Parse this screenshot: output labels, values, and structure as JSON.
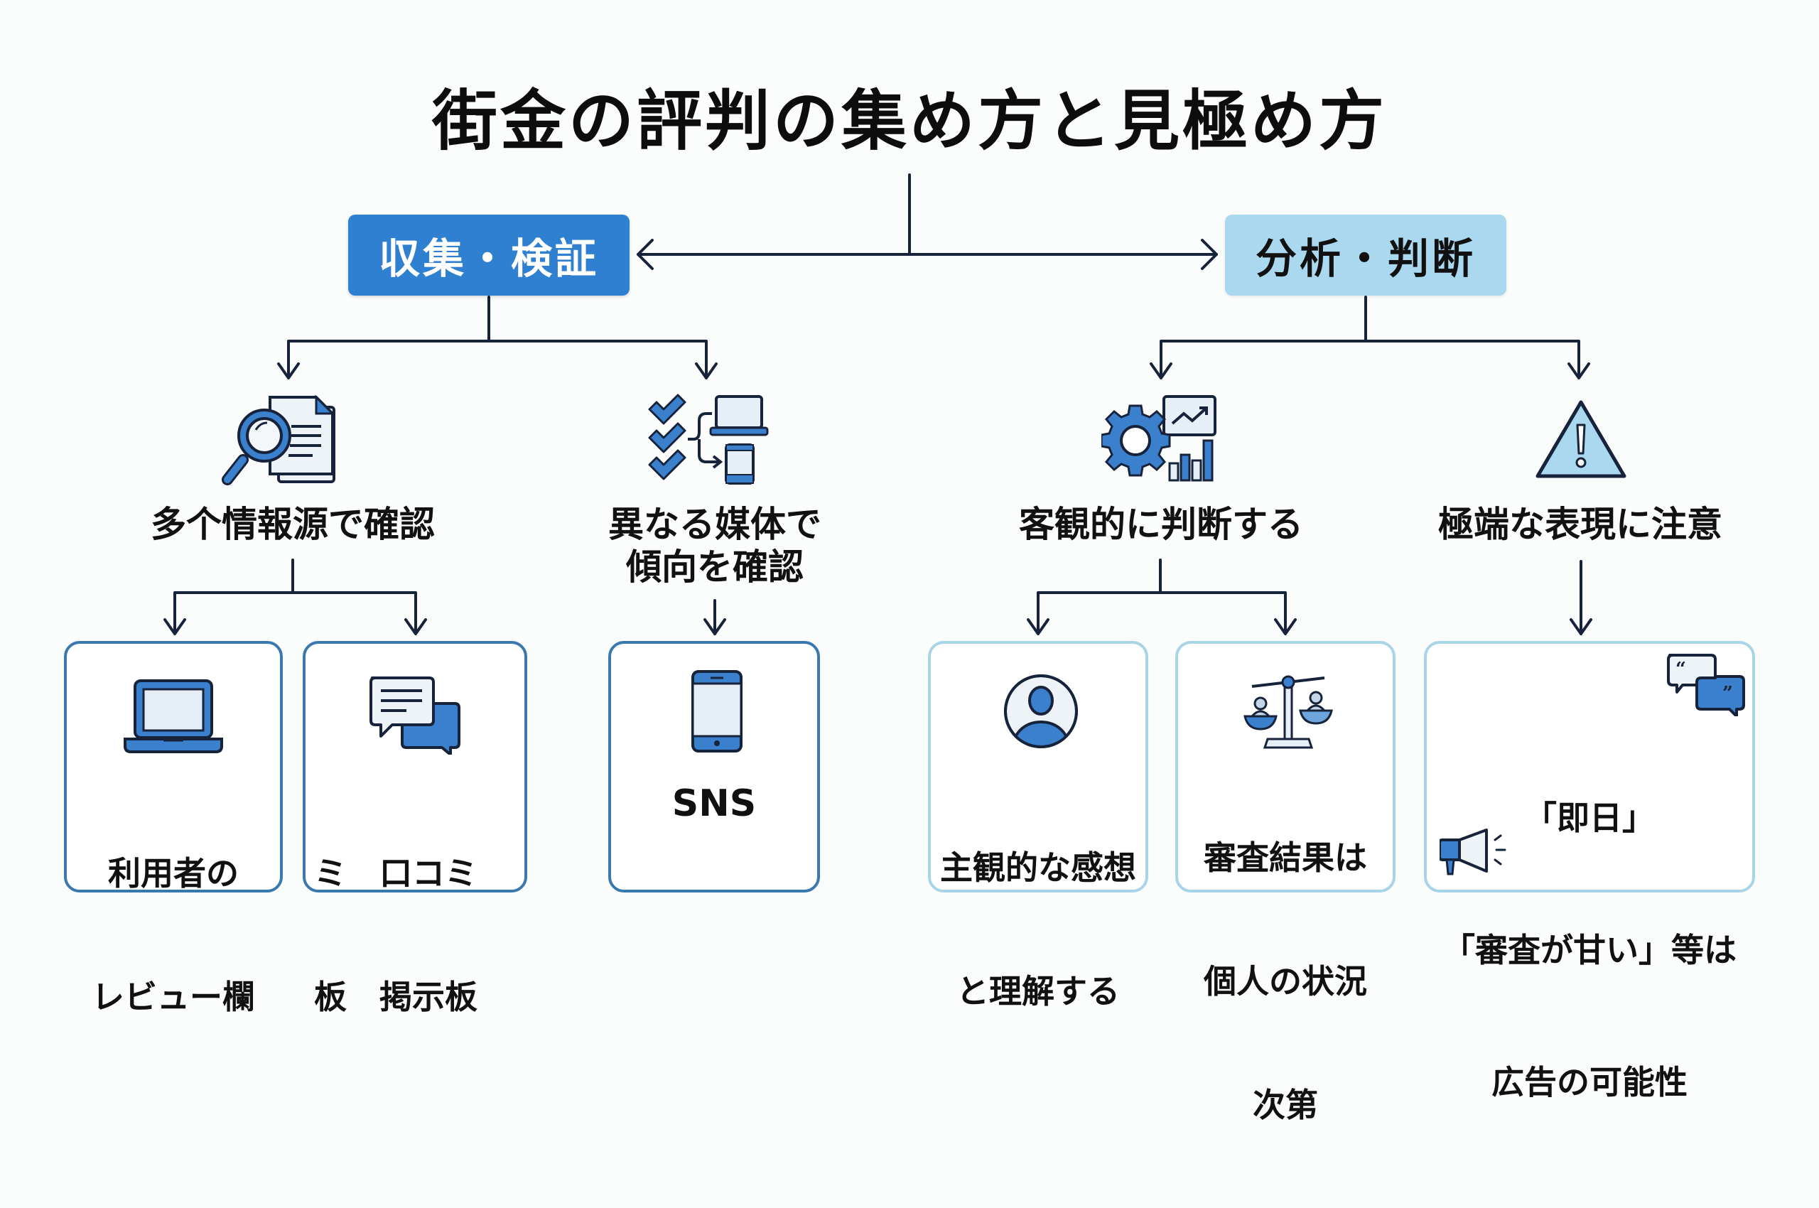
{
  "title": "街金の評判の集め方と見極め方",
  "colors": {
    "primary_blue": "#2f80d0",
    "light_blue": "#a9d8ef",
    "line": "#16233a",
    "card_border_dark": "#3a78b0",
    "card_border_light": "#a8d4e8"
  },
  "categories": {
    "left": {
      "label": "収集・検証",
      "icon": "none"
    },
    "right": {
      "label": "分析・判断",
      "icon": "none"
    }
  },
  "subtopics": [
    {
      "label": "多个情報源で確認",
      "icon": "magnifier-document-icon"
    },
    {
      "label": "異なる媒体で\n傾向を確認",
      "line1": "異なる媒体で",
      "line2": "傾向を確認",
      "icon": "checklist-devices-icon"
    },
    {
      "label": "客観的に判断する",
      "icon": "gear-chart-icon"
    },
    {
      "label": "極端な表現に注意",
      "icon": "warning-triangle-icon"
    }
  ],
  "cards": [
    {
      "line1": "利用者の",
      "line2": "レビュー欄",
      "icon": "laptop-icon"
    },
    {
      "line1": "ミ　口コミ",
      "line2": "板　掲示板",
      "icon": "chat-bubbles-icon"
    },
    {
      "line1": "SNS",
      "icon": "smartphone-icon"
    },
    {
      "line1": "主観的な感想",
      "line2": "と理解する",
      "icon": "user-avatar-icon"
    },
    {
      "line1": "審査結果は",
      "line2": "個人の状況",
      "line3": "次第",
      "icon": "balance-scale-icon"
    },
    {
      "line1": "「即日」",
      "line2": "「審査が甘い」等は",
      "line3": "広告の可能性",
      "icon": "quote-bubbles-megaphone-icon"
    }
  ]
}
